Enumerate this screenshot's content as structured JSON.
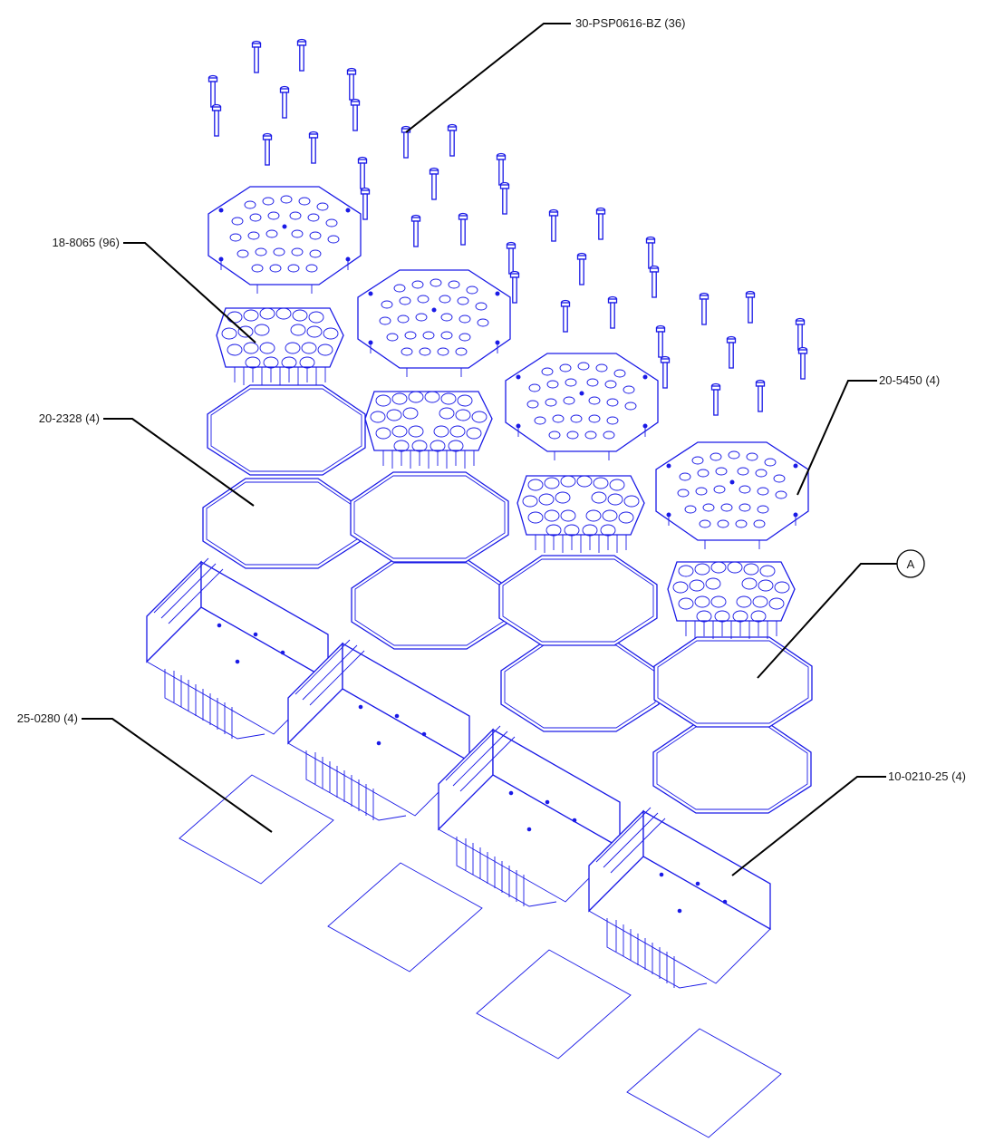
{
  "drawing": {
    "colors": {
      "linework": "#1a1ae6",
      "leader": "#000000",
      "text": "#1a1a1a",
      "background": "#ffffff"
    },
    "callouts": [
      {
        "id": "screws",
        "label": "30-PSP0616-BZ (36)"
      },
      {
        "id": "leds",
        "label": "18-8065 (96)"
      },
      {
        "id": "adapter-plate",
        "label": "20-2328 (4)"
      },
      {
        "id": "top-plate",
        "label": "20-5450 (4)"
      },
      {
        "id": "balloon-a",
        "label": "A"
      },
      {
        "id": "pad",
        "label": "25-0280 (4)"
      },
      {
        "id": "heatsink",
        "label": "10-0210-25 (4)"
      }
    ]
  }
}
